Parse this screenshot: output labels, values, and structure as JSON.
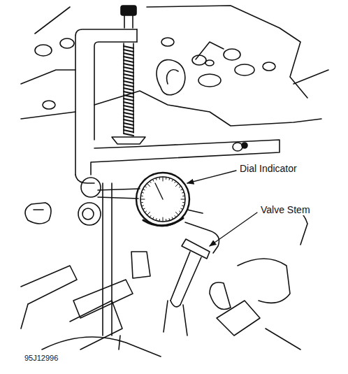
{
  "diagram": {
    "labels": [
      "Dial Indicator",
      "Valve Stem",
      "95J12996"
    ]
  }
}
